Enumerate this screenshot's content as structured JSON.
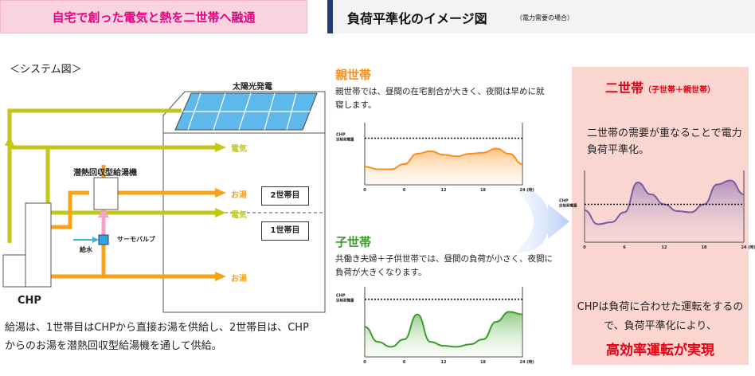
{
  "header": {
    "left_title": "自宅で創った電気と熱を二世帯へ融通",
    "right_title": "負荷平準化のイメージ図",
    "right_subtitle": "（電力需要の場合）"
  },
  "system": {
    "title": "＜システム図＞",
    "solar_label": "太陽光発電",
    "water_heater_label": "潜熱回収型給湯機",
    "thermo_valve_label": "サーモバルブ",
    "water_supply_label": "給水",
    "chp_label": "CHP",
    "flow_electricity": "電気",
    "flow_hot_water": "お湯",
    "floor_2": "2世帯目",
    "floor_1": "1世帯目",
    "description": "給湯は、1世帯目はCHPから直接お湯を供給し、2世帯目は、CHPからのお湯を潜熱回収型給湯機を通して供給。"
  },
  "parents": {
    "heading": "親世帯",
    "text": "親世帯では、昼間の在宅割合が大きく、夜間は早めに就寝します。"
  },
  "children": {
    "heading": "子世帯",
    "text": "共働き夫婦＋子供世帯では、昼間の負荷が小さく、夜間に負荷が大きくなります。"
  },
  "two_gen": {
    "heading": "二世帯",
    "heading_sub": "（子世帯＋親世帯）",
    "text1": "二世帯の需要が重なることで電力負荷平準化。",
    "text2": "CHPは負荷に合わせた運転をするので、負荷平準化により、",
    "highlight": "高効率運転が実現"
  },
  "chart_common": {
    "line_label_1": "CHP",
    "line_label_2": "定格発電量",
    "hour_unit": "(時)"
  },
  "colors": {
    "pink": "#e4007f",
    "red": "#e60012",
    "orange": "#ff8c1a",
    "green": "#3a9d2a",
    "purple": "#7a5aa6",
    "olive": "#c5c61a",
    "arrow_orange": "#f6a319"
  },
  "chart_data": [
    {
      "type": "area",
      "name": "parents",
      "x": [
        0,
        2,
        4,
        6,
        8,
        10,
        12,
        14,
        16,
        18,
        20,
        22,
        24
      ],
      "values": [
        0.35,
        0.3,
        0.3,
        0.4,
        0.6,
        0.65,
        0.58,
        0.55,
        0.6,
        0.62,
        0.7,
        0.6,
        0.4
      ],
      "x_ticks": [
        0,
        6,
        12,
        18,
        24
      ],
      "chp_level": 0.9,
      "color": "#ff8c1a"
    },
    {
      "type": "area",
      "name": "children",
      "x": [
        0,
        2,
        4,
        6,
        8,
        10,
        12,
        14,
        16,
        18,
        20,
        22,
        24
      ],
      "values": [
        0.6,
        0.3,
        0.2,
        0.35,
        0.85,
        0.3,
        0.22,
        0.2,
        0.25,
        0.35,
        0.7,
        0.9,
        0.85
      ],
      "x_ticks": [
        0,
        6,
        12,
        18,
        24
      ],
      "chp_level": 1.15,
      "color": "#3a9d2a"
    },
    {
      "type": "area",
      "name": "two_generation",
      "x": [
        0,
        2,
        4,
        6,
        8,
        10,
        12,
        14,
        16,
        18,
        20,
        22,
        24
      ],
      "values": [
        0.8,
        0.45,
        0.5,
        0.75,
        1.5,
        1.2,
        0.95,
        0.78,
        0.75,
        0.95,
        1.45,
        1.55,
        1.2
      ],
      "x_ticks": [
        0,
        6,
        12,
        18,
        24
      ],
      "chp_level": 0.95,
      "color": "#7a5aa6"
    }
  ]
}
